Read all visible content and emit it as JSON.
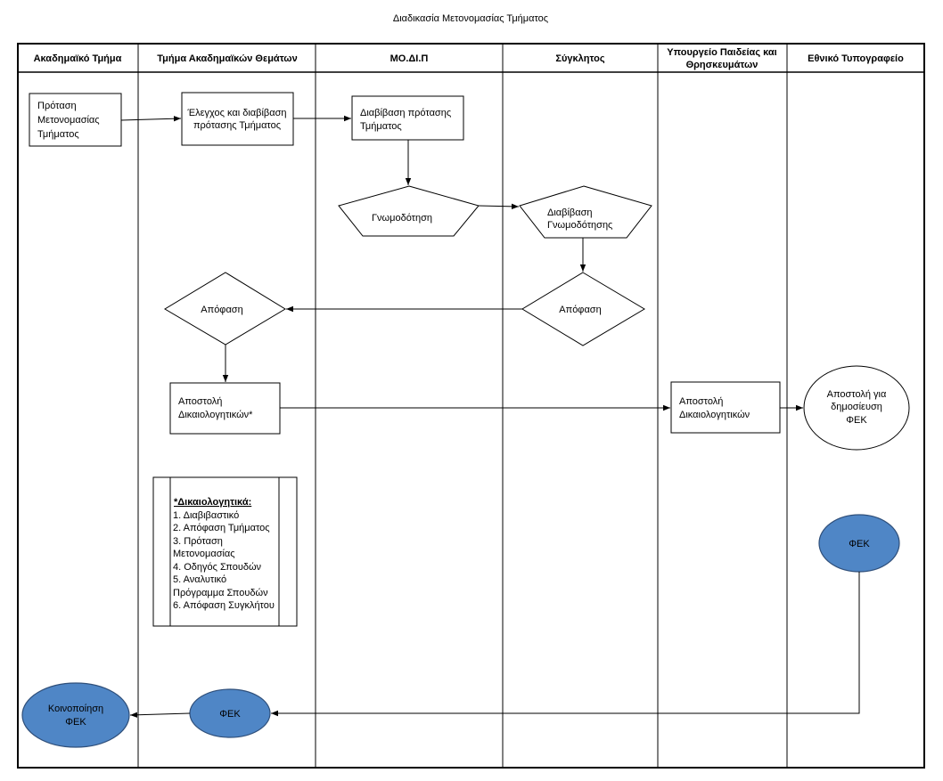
{
  "title": "Διαδικασία Μετονομασίας Τμήματος",
  "lanes": [
    "Ακαδημαϊκό Τμήμα",
    "Τμήμα Ακαδημαϊκών Θεμάτων",
    "ΜΟ.ΔΙ.Π",
    "Σύγκλητος",
    [
      "Υπουργείο Παιδείας και",
      "Θρησκευμάτων"
    ],
    "Εθνικό Τυπογραφείο"
  ],
  "nodes": {
    "proposal": [
      "Πρόταση",
      "Μετονομασίας",
      "Τμήματος"
    ],
    "check": [
      "Έλεγχος και διαβίβαση",
      "πρότασης Τμήματος"
    ],
    "forward": [
      "Διαβίβαση πρότασης",
      "Τμήματος"
    ],
    "opinion": "Γνωμοδότηση",
    "forward_opinion": [
      "Διαβίβαση",
      "Γνωμοδότησης"
    ],
    "senate_decision": "Απόφαση",
    "dept_decision": "Απόφαση",
    "send_docs": [
      "Αποστολή",
      "Δικαιολογητικών*"
    ],
    "ministry_send": [
      "Αποστολή",
      "Δικαιολογητικών"
    ],
    "publish": [
      "Αποστολή για",
      "δημοσίευση",
      "ΦΕΚ"
    ],
    "fek_printing": "ΦΕΚ",
    "fek_dept": "ΦΕΚ",
    "notify": [
      "Κοινοποίηση",
      "ΦΕΚ"
    ]
  },
  "documents_note": {
    "heading": "*Δικαιολογητικά:",
    "lines": [
      "1. Διαβιβαστικό",
      "2. Απόφαση Τμήματος",
      "3. Πρόταση",
      "Μετονομασίας",
      "4. Οδηγός Σπουδών",
      "5. Αναλυτικό",
      "Πρόγραμμα Σπουδών",
      "6. Απόφαση Συγκλήτου"
    ]
  },
  "colors": {
    "terminator_fill": "#4f86c6",
    "terminator_stroke": "#2f4f7a",
    "line": "#000000"
  }
}
